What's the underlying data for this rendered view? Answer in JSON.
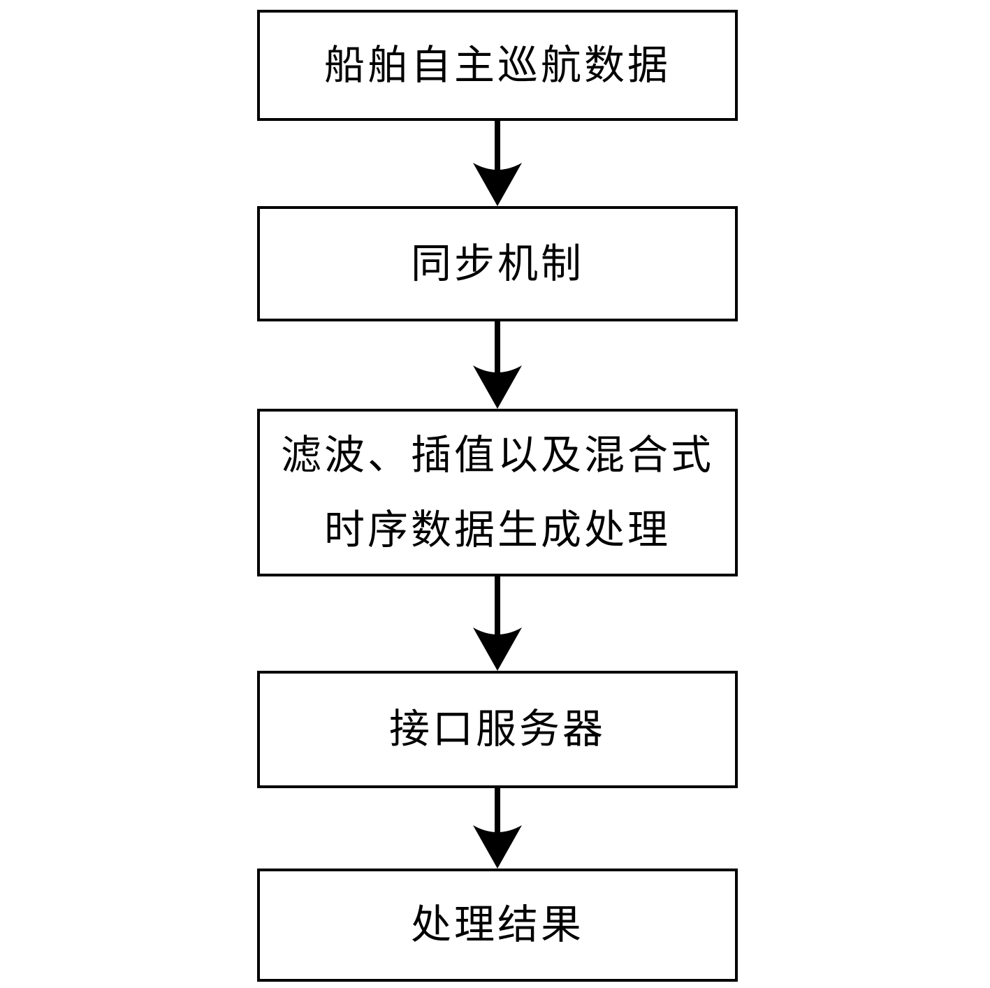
{
  "diagram": {
    "background_color": "#ffffff",
    "line_color": "#000000",
    "node_fill_color": "#ffffff",
    "flow_direction": "top-to-bottom",
    "nodes": [
      {
        "id": "node-1",
        "label": "船舶自主巡航数据"
      },
      {
        "id": "node-2",
        "label": "同步机制"
      },
      {
        "id": "node-3",
        "label": "滤波、插值以及混合式时序数据生成处理",
        "lines": {
          "0": "滤波、插值以及混合式",
          "1": "时序数据生成处理"
        }
      },
      {
        "id": "node-4",
        "label": "接口服务器"
      },
      {
        "id": "node-5",
        "label": "处理结果"
      }
    ],
    "edges": [
      {
        "from": "node-1",
        "to": "node-2",
        "style": "solid-arrow-down"
      },
      {
        "from": "node-2",
        "to": "node-3",
        "style": "solid-arrow-down"
      },
      {
        "from": "node-3",
        "to": "node-4",
        "style": "solid-arrow-down"
      },
      {
        "from": "node-4",
        "to": "node-5",
        "style": "solid-arrow-down"
      }
    ]
  }
}
